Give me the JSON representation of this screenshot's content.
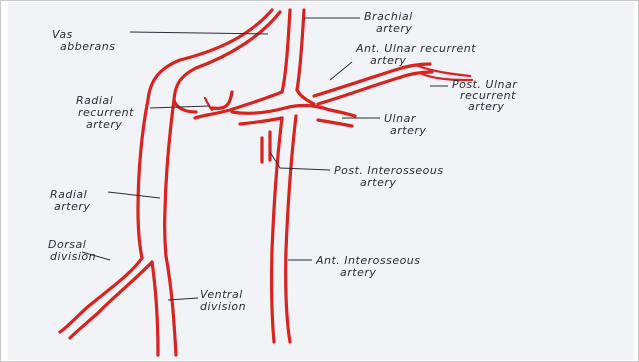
{
  "labels": {
    "vas_abberans_1": "Vas",
    "vas_abberans_2": "abberans",
    "brachial_1": "Brachial",
    "brachial_2": "artery",
    "ant_ulnar_recurrent_1": "Ant. Ulnar recurrent",
    "ant_ulnar_recurrent_2": "artery",
    "post_ulnar_recurrent_1": "Post. Ulnar",
    "post_ulnar_recurrent_2": "recurrent",
    "post_ulnar_recurrent_3": "artery",
    "radial_recurrent_1": "Radial",
    "radial_recurrent_2": "recurrent",
    "radial_recurrent_3": "artery",
    "ulnar_1": "Ulnar",
    "ulnar_2": "artery",
    "post_interosseous_1": "Post. Interosseous",
    "post_interosseous_2": "artery",
    "radial_1": "Radial",
    "radial_2": "artery",
    "dorsal_division_1": "Dorsal",
    "dorsal_division_2": "division",
    "ant_interosseous_1": "Ant. Interosseous",
    "ant_interosseous_2": "artery",
    "ventral_division_1": "Ventral",
    "ventral_division_2": "division"
  },
  "colors": {
    "artery": "#d8231f",
    "ink": "#2a2d38",
    "paper": "#f2f3f6"
  }
}
